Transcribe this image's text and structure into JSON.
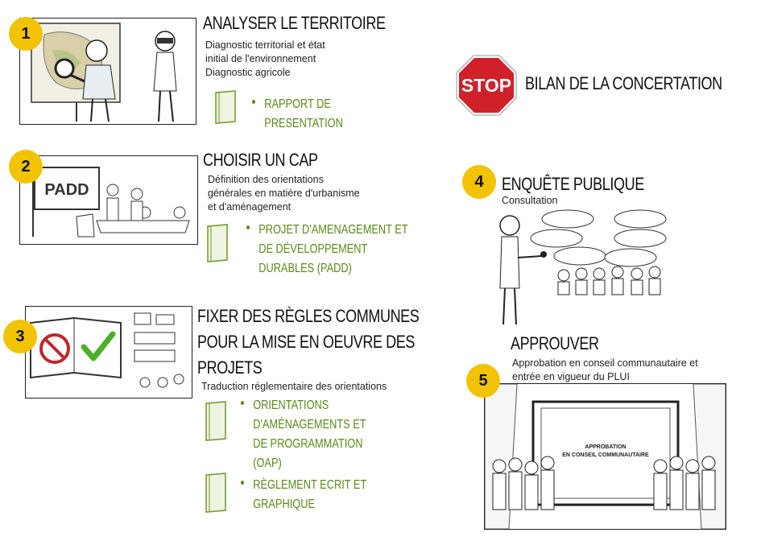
{
  "steps": [
    {
      "number": "1",
      "title": "ANALYSER LE TERRITOIRE",
      "description": [
        "Diagnostic territorial et état",
        "initial de l'environnement",
        "Diagnostic agricole"
      ],
      "documents": [
        [
          "RAPPORT DE",
          "PRESENTATION"
        ]
      ]
    },
    {
      "number": "2",
      "title": "CHOISIR UN CAP",
      "description": [
        "Définition des orientations",
        "générales en matière d'urbanisme",
        "et d'aménagement"
      ],
      "documents": [
        [
          "PROJET D'AMENAGEMENT ET",
          "DE DÉVELOPPEMENT",
          "DURABLES (PADD)"
        ]
      ],
      "illustration_label": "PADD"
    },
    {
      "number": "3",
      "title_lines": [
        "FIXER DES RÈGLES COMMUNES",
        "POUR LA MISE EN OEUVRE DES",
        "PROJETS"
      ],
      "description": [
        "Traduction réglementaire des orientations"
      ],
      "documents": [
        [
          "ORIENTATIONS",
          "D'AMÉNAGEMENTS ET",
          "DE PROGRAMMATION",
          "(OAP)"
        ],
        [
          "RÈGLEMENT ECRIT ET",
          "GRAPHIQUE"
        ]
      ]
    },
    {
      "number": "4",
      "title": "ENQUÊTE PUBLIQUE",
      "description": [
        "Consultation"
      ]
    },
    {
      "number": "5",
      "title": "APPROUVER",
      "description": [
        "Approbation en conseil communautaire et",
        "entrée en vigueur du PLUI"
      ],
      "illustration_label": [
        "APPROBATION",
        "EN CONSEIL COMMUNAUTAIRE"
      ]
    }
  ],
  "stop": {
    "sign_text": "STOP",
    "title": "BILAN DE LA CONCERTATION"
  },
  "colors": {
    "badge": "#f2c300",
    "document_green": "#5a8a1a",
    "stop_red": "#d0202a"
  }
}
